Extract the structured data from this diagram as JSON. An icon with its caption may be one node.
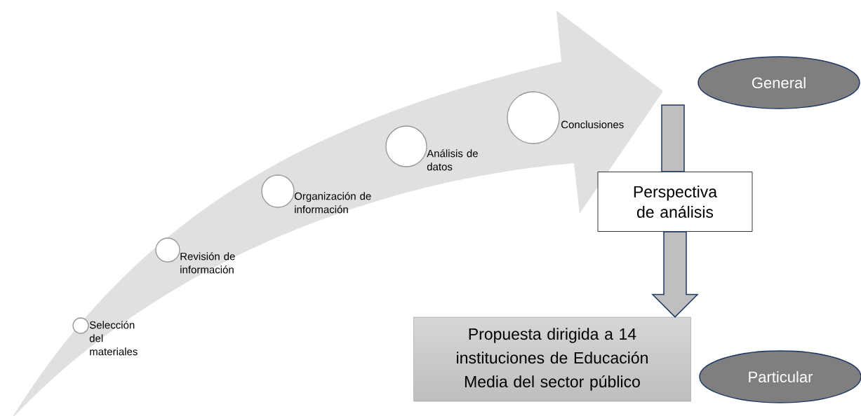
{
  "diagram": {
    "nodes": [
      {
        "text": [],
        "shape": "circle",
        "beside": [
          "Selección del materiales"
        ]
      },
      {
        "text": [],
        "shape": "circle",
        "beside": [
          "Revisión de información"
        ]
      },
      {
        "text": [],
        "shape": "circle",
        "beside": [
          "Organización de información"
        ]
      },
      {
        "text": [],
        "shape": "circle",
        "beside": [
          "Análisis de datos"
        ]
      },
      {
        "text": [],
        "shape": "circle",
        "beside": [
          "Conclusiones"
        ]
      },
      {
        "text": [
          "General"
        ]
      },
      {
        "text": [
          "Perspectiva de análisis"
        ]
      },
      {
        "text": [
          "Propuesta dirigida a 14 instituciones de Educación Media del sector público"
        ]
      },
      {
        "text": [
          "Particular"
        ]
      }
    ],
    "edges": [
      {
        "from": null,
        "to": 6,
        "arrow": "none"
      },
      {
        "from": 6,
        "to": 7,
        "arrow": "to"
      }
    ]
  }
}
